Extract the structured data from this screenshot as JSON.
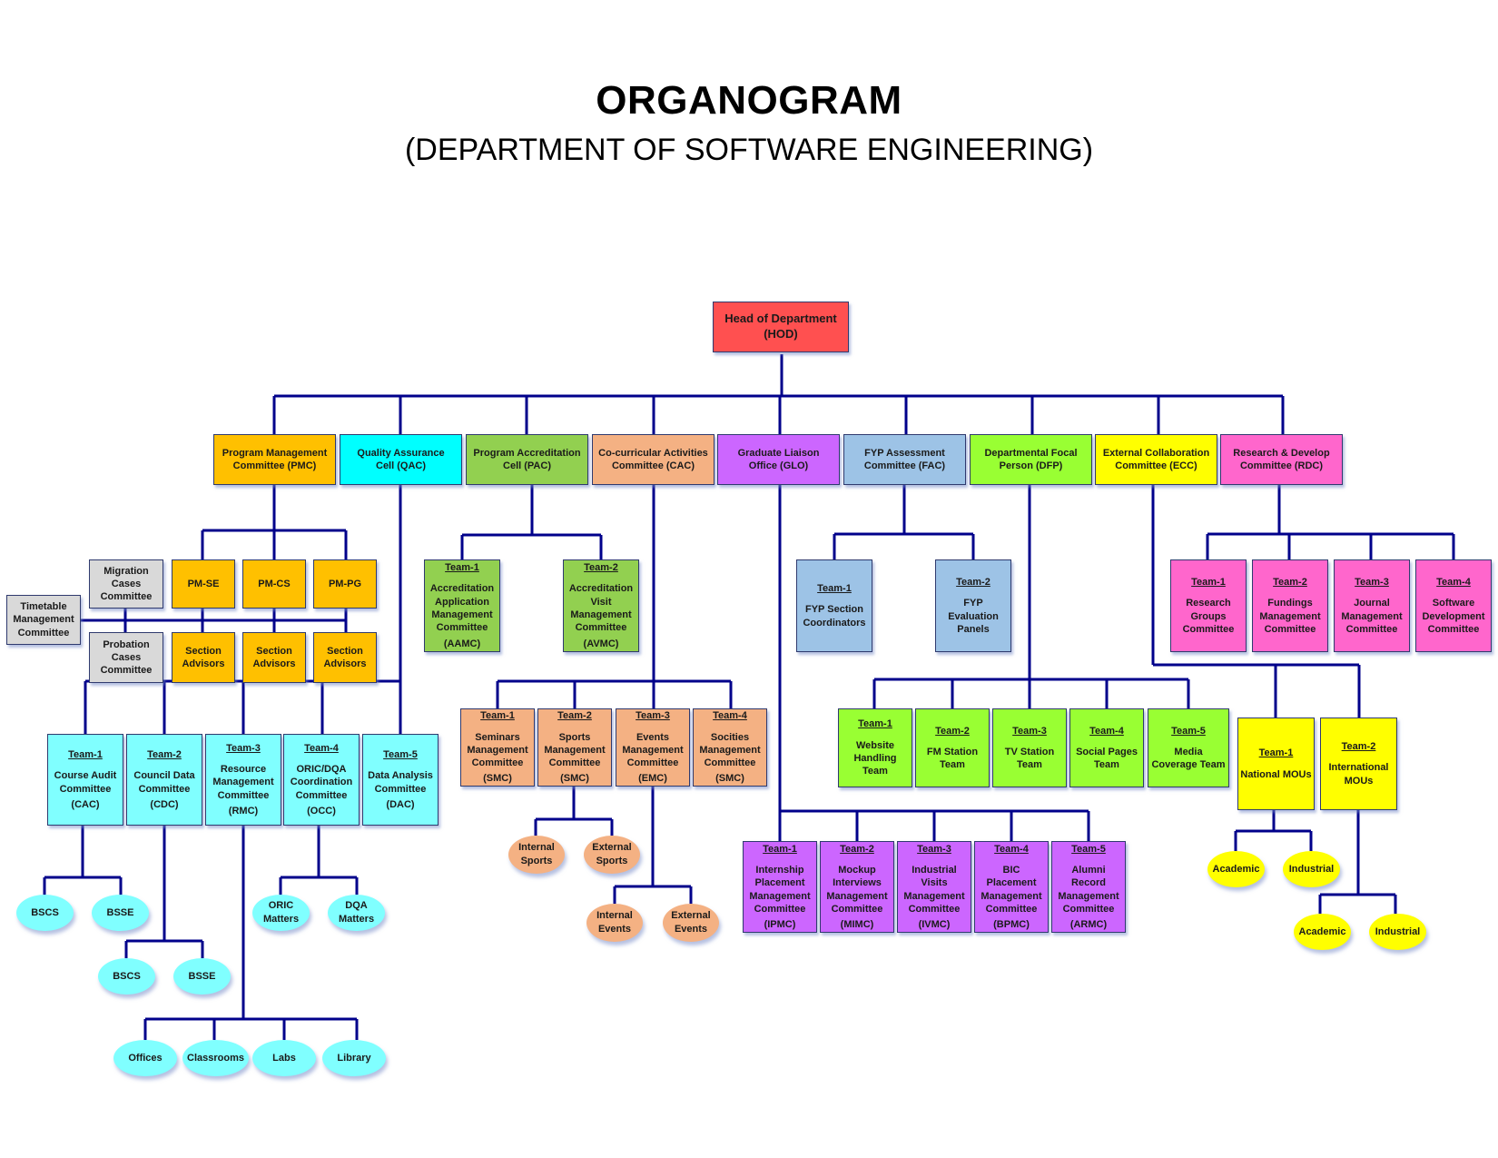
{
  "header": {
    "title": "ORGANOGRAM",
    "subtitle": "(DEPARTMENT OF SOFTWARE ENGINEERING)"
  },
  "colors": {
    "connector": "#00008B",
    "hod": "#FF5050",
    "pmc": "#FFC000",
    "qac": "#00FFFF",
    "qac_light": "#80FFFF",
    "pac": "#92D050",
    "cac": "#F4B183",
    "glo": "#CC66FF",
    "fac": "#9DC3E6",
    "dfp": "#99FF33",
    "ecc": "#FFFF00",
    "rdc": "#FF66CC",
    "grey": "#D9D9D9"
  },
  "hod": {
    "line1": "Head of Department",
    "line2": "(HOD)"
  },
  "committees": [
    {
      "id": "pmc",
      "line1": "Program Management",
      "line2": "Committee (PMC)"
    },
    {
      "id": "qac",
      "line1": "Quality Assurance",
      "line2": "Cell (QAC)"
    },
    {
      "id": "pac",
      "line1": "Program Accreditation",
      "line2": "Cell (PAC)"
    },
    {
      "id": "cac",
      "line1": "Co-curricular Activities",
      "line2": "Committee (CAC)"
    },
    {
      "id": "glo",
      "line1": "Graduate Liaison",
      "line2": "Office (GLO)"
    },
    {
      "id": "fac",
      "line1": "FYP Assessment",
      "line2": "Committee (FAC)"
    },
    {
      "id": "dfp",
      "line1": "Departmental Focal",
      "line2": "Person (DFP)"
    },
    {
      "id": "ecc",
      "line1": "External Collaboration",
      "line2": "Committee (ECC)"
    },
    {
      "id": "rdc",
      "line1": "Research & Develop",
      "line2": "Committee (RDC)"
    }
  ],
  "pmc": {
    "programs": [
      "PM-SE",
      "PM-CS",
      "PM-PG"
    ],
    "section_advisors": [
      "Section Advisors",
      "Section Advisors",
      "Section Advisors"
    ],
    "migration": "Migration Cases Committee",
    "probation": "Probation Cases Committee",
    "timetable": "Timetable Management Committee"
  },
  "qac": {
    "teams": [
      {
        "team": "Team-1",
        "name": "Course Audit Committee",
        "abbr": "(CAC)"
      },
      {
        "team": "Team-2",
        "name": "Council Data Committee",
        "abbr": "(CDC)"
      },
      {
        "team": "Team-3",
        "name": "Resource Management Committee",
        "abbr": "(RMC)"
      },
      {
        "team": "Team-4",
        "name": "ORIC/DQA Coordination Committee",
        "abbr": "(OCC)"
      },
      {
        "team": "Team-5",
        "name": "Data Analysis Committee",
        "abbr": "(DAC)"
      }
    ],
    "cac_children": [
      "BSCS",
      "BSSE"
    ],
    "cdc_children": [
      "BSCS",
      "BSSE"
    ],
    "occ_children": [
      "ORIC Matters",
      "DQA Matters"
    ],
    "rmc_children": [
      "Offices",
      "Classrooms",
      "Labs",
      "Library"
    ]
  },
  "pac": {
    "teams": [
      {
        "team": "Team-1",
        "name": "Accreditation Application Management Committee",
        "abbr": "(AAMC)"
      },
      {
        "team": "Team-2",
        "name": "Accreditation Visit Management Committee",
        "abbr": "(AVMC)"
      }
    ]
  },
  "cac": {
    "teams": [
      {
        "team": "Team-1",
        "name": "Seminars Management Committee",
        "abbr": "(SMC)"
      },
      {
        "team": "Team-2",
        "name": "Sports Management Committee",
        "abbr": "(SMC)"
      },
      {
        "team": "Team-3",
        "name": "Events Management Committee",
        "abbr": "(EMC)"
      },
      {
        "team": "Team-4",
        "name": "Socities Management Committee",
        "abbr": "(SMC)"
      }
    ],
    "sports_children": [
      "Internal Sports",
      "External Sports"
    ],
    "events_children": [
      "Internal Events",
      "External Events"
    ]
  },
  "glo": {
    "teams": [
      {
        "team": "Team-1",
        "name": "Internship Placement Management Committee",
        "abbr": "(IPMC)"
      },
      {
        "team": "Team-2",
        "name": "Mockup Interviews Management Committee",
        "abbr": "(MIMC)"
      },
      {
        "team": "Team-3",
        "name": "Industrial Visits Management Committee",
        "abbr": "(IVMC)"
      },
      {
        "team": "Team-4",
        "name": "BIC Placement Management Committee",
        "abbr": "(BPMC)"
      },
      {
        "team": "Team-5",
        "name": "Alumni Record Management Committee",
        "abbr": "(ARMC)"
      }
    ]
  },
  "fac": {
    "teams": [
      {
        "team": "Team-1",
        "name": "FYP Section Coordinators"
      },
      {
        "team": "Team-2",
        "name": "FYP Evaluation Panels"
      }
    ]
  },
  "dfp": {
    "teams": [
      {
        "team": "Team-1",
        "name": "Website Handling Team"
      },
      {
        "team": "Team-2",
        "name": "FM Station Team"
      },
      {
        "team": "Team-3",
        "name": "TV Station Team"
      },
      {
        "team": "Team-4",
        "name": "Social Pages Team"
      },
      {
        "team": "Team-5",
        "name": "Media Coverage Team"
      }
    ]
  },
  "ecc": {
    "teams": [
      {
        "team": "Team-1",
        "name": "National MOUs"
      },
      {
        "team": "Team-2",
        "name": "International MOUs"
      }
    ],
    "national_children": [
      "Academic",
      "Industrial"
    ],
    "international_children": [
      "Academic",
      "Industrial"
    ]
  },
  "rdc": {
    "teams": [
      {
        "team": "Team-1",
        "name": "Research Groups Committee"
      },
      {
        "team": "Team-2",
        "name": "Fundings Management Committee"
      },
      {
        "team": "Team-3",
        "name": "Journal Management Committee"
      },
      {
        "team": "Team-4",
        "name": "Software Development Committee"
      }
    ]
  }
}
